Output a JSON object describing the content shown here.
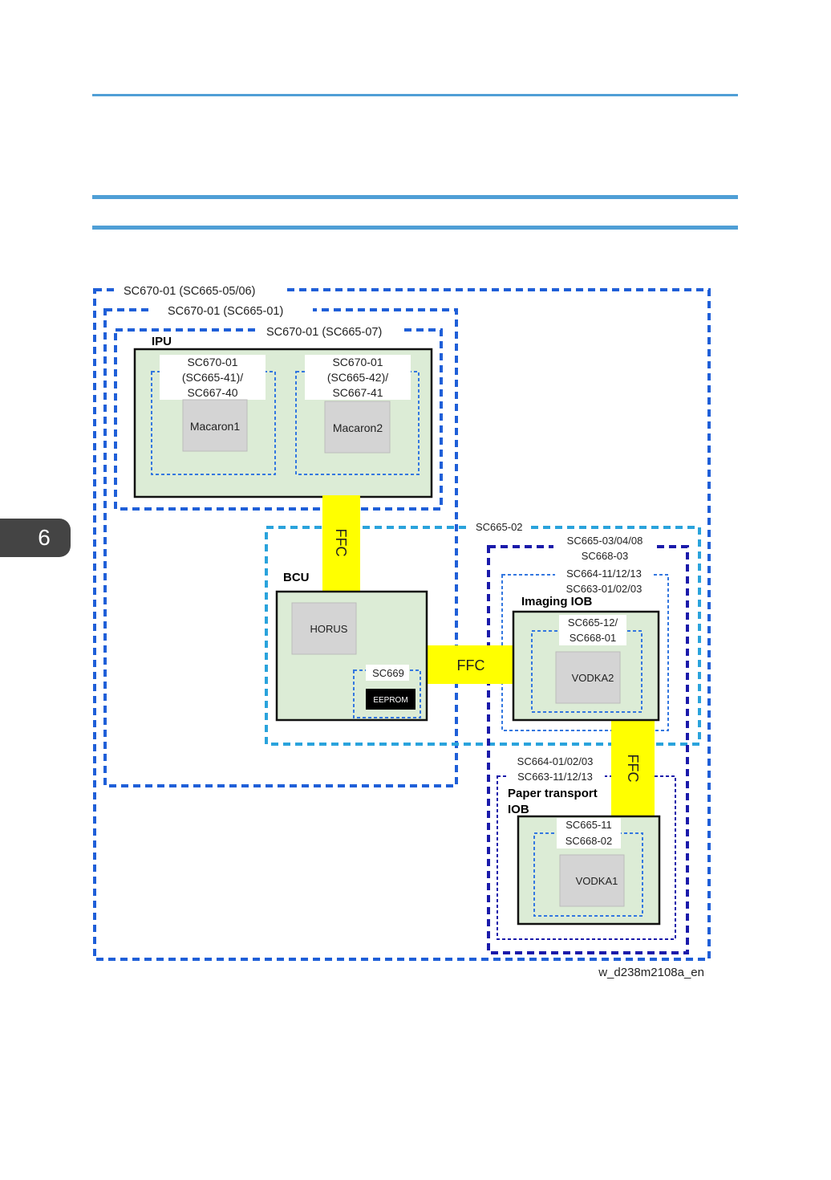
{
  "chapter_tab": "6",
  "colors": {
    "outer_dash": "#1f5fd8",
    "bcu_zone_dash": "#2aa3dc",
    "iob_zone_dash": "#1a1aaa",
    "inner_dash": "#3377e0",
    "module_fill": "#dcecd6",
    "chip_fill": "#d4d4d4",
    "ffc_fill": "#ffff00",
    "rule": "#4f9fd6"
  },
  "diagram": {
    "zone_outer_label": "SC670-01 (SC665-05/06)",
    "zone_mid_label": "SC670-01 (SC665-01)",
    "zone_ipu_label": "SC670-01 (SC665-07)",
    "ipu": {
      "title": "IPU",
      "left_sc": [
        "SC670-01",
        "(SC665-41)/",
        "SC667-40"
      ],
      "left_chip": "Macaron1",
      "right_sc": [
        "SC670-01",
        "(SC665-42)/",
        "SC667-41"
      ],
      "right_chip": "Macaron2"
    },
    "ffc_labels": [
      "FFC",
      "FFC",
      "FFC"
    ],
    "bcu_zone_label": "SC665-02",
    "bcu": {
      "title": "BCU",
      "chip": "HORUS",
      "sc": "SC669",
      "eeprom": "EEPROM"
    },
    "iob_zone_label": [
      "SC665-03/04/08",
      "SC668-03"
    ],
    "imaging_zone_label": [
      "SC664-11/12/13",
      "SC663-01/02/03"
    ],
    "imaging_iob": {
      "title": "Imaging IOB",
      "sc": [
        "SC665-12/",
        "SC668-01"
      ],
      "chip": "VODKA2"
    },
    "paper_zone_label": [
      "SC664-01/02/03",
      "SC663-11/12/13"
    ],
    "paper_iob": {
      "title": [
        "Paper transport",
        "IOB"
      ],
      "sc": [
        "SC665-11",
        "SC668-02"
      ],
      "chip": "VODKA1"
    },
    "figure_id": "w_d238m2108a_en"
  }
}
